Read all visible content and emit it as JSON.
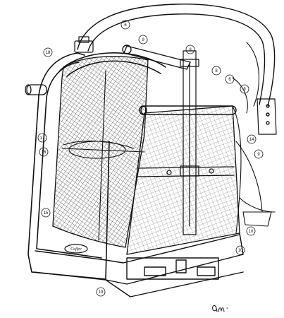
{
  "drawing": {
    "colors": {
      "ink": "#111111",
      "paper": "#ffffff"
    },
    "callouts": [
      {
        "id": "strap",
        "text": "6"
      },
      {
        "id": "top-left-panel",
        "text": "18"
      },
      {
        "id": "bar",
        "text": "9"
      },
      {
        "id": "clip",
        "text": "8"
      },
      {
        "id": "top-buckle",
        "text": "8"
      },
      {
        "id": "shoulder-1",
        "text": "6"
      },
      {
        "id": "shoulder-2",
        "text": "9"
      },
      {
        "id": "right-side",
        "text": "9"
      },
      {
        "id": "back-strap",
        "text": "14"
      },
      {
        "id": "mid-left-a",
        "text": "17"
      },
      {
        "id": "mid-left-b",
        "text": "16"
      },
      {
        "id": "lower-left",
        "text": "15"
      },
      {
        "id": "bottom-right-a",
        "text": "10"
      },
      {
        "id": "bottom-right-b",
        "text": "10"
      },
      {
        "id": "base",
        "text": "19"
      }
    ],
    "logo_text": "Coffee",
    "signature": "am"
  }
}
